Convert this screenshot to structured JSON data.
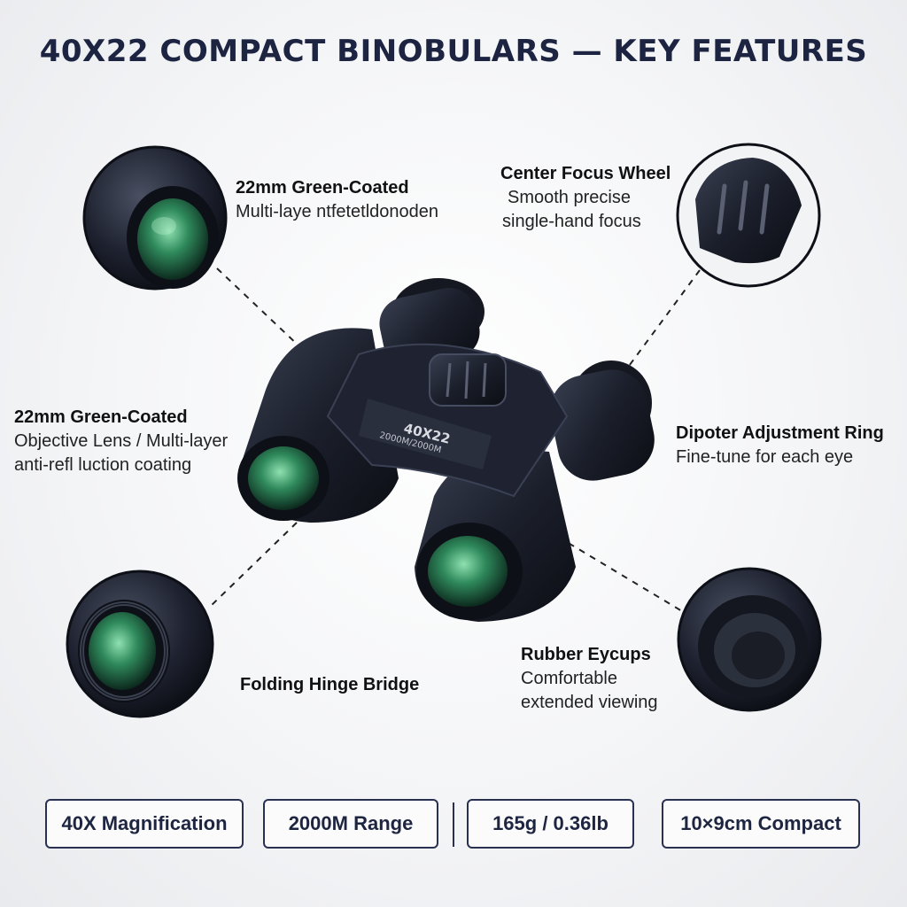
{
  "title": "40X22 COMPACT BINOBULARS — KEY FEATURES",
  "device_markings": {
    "model": "40X22",
    "sub": "2000M/2000M"
  },
  "features": [
    {
      "title": "22mm Green-Coated",
      "lines": [
        "Multi-laye ntfetetldonoden"
      ]
    },
    {
      "title": "Center Focus Wheel",
      "lines": [
        "Smooth precise",
        "single-hand focus"
      ]
    },
    {
      "title": "22mm Green-Coated",
      "lines": [
        "Objective Lens / Multi-layer",
        "anti-refl luction coating"
      ]
    },
    {
      "title": "Dipoter Adjustment Ring",
      "lines": [
        "Fine-tune for each eye"
      ]
    },
    {
      "title": "Folding Hinge Bridge",
      "lines": []
    },
    {
      "title": "Rubber Eycups",
      "lines": [
        "Comfortable",
        "extended viewing"
      ]
    }
  ],
  "specs": [
    "40X Magnification",
    "2000M Range",
    "165g / 0.36lb",
    "10×9cm Compact"
  ],
  "colors": {
    "navy": "#1c2442",
    "body": "#1b1f2b",
    "lens_green": "#2f8a5c",
    "border": "#2a3150"
  }
}
